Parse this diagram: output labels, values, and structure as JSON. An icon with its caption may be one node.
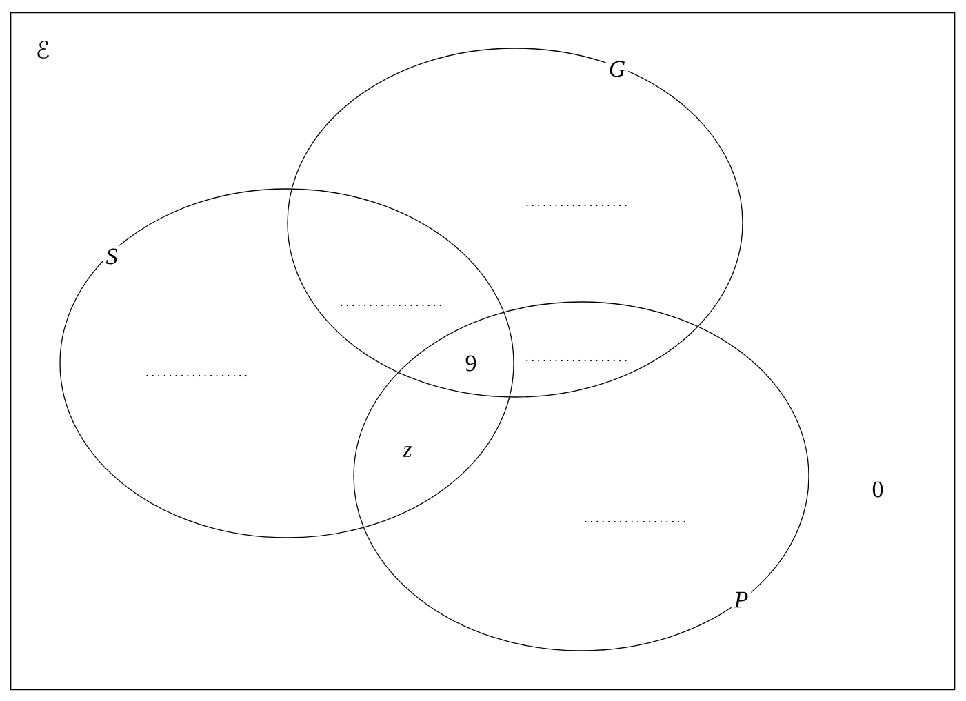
{
  "diagram": {
    "nodes": [
      {
        "text": [
          "ℰ"
        ]
      },
      {
        "text": [
          "G"
        ],
        "in": 0
      },
      {
        "text": [
          "S"
        ],
        "in": 0
      },
      {
        "text": [
          "P"
        ],
        "in": 0
      }
    ],
    "edges": [],
    "labels": [
      "..................",
      "..................",
      "9",
      "..................",
      "..................",
      "z",
      "0",
      ".................."
    ]
  }
}
